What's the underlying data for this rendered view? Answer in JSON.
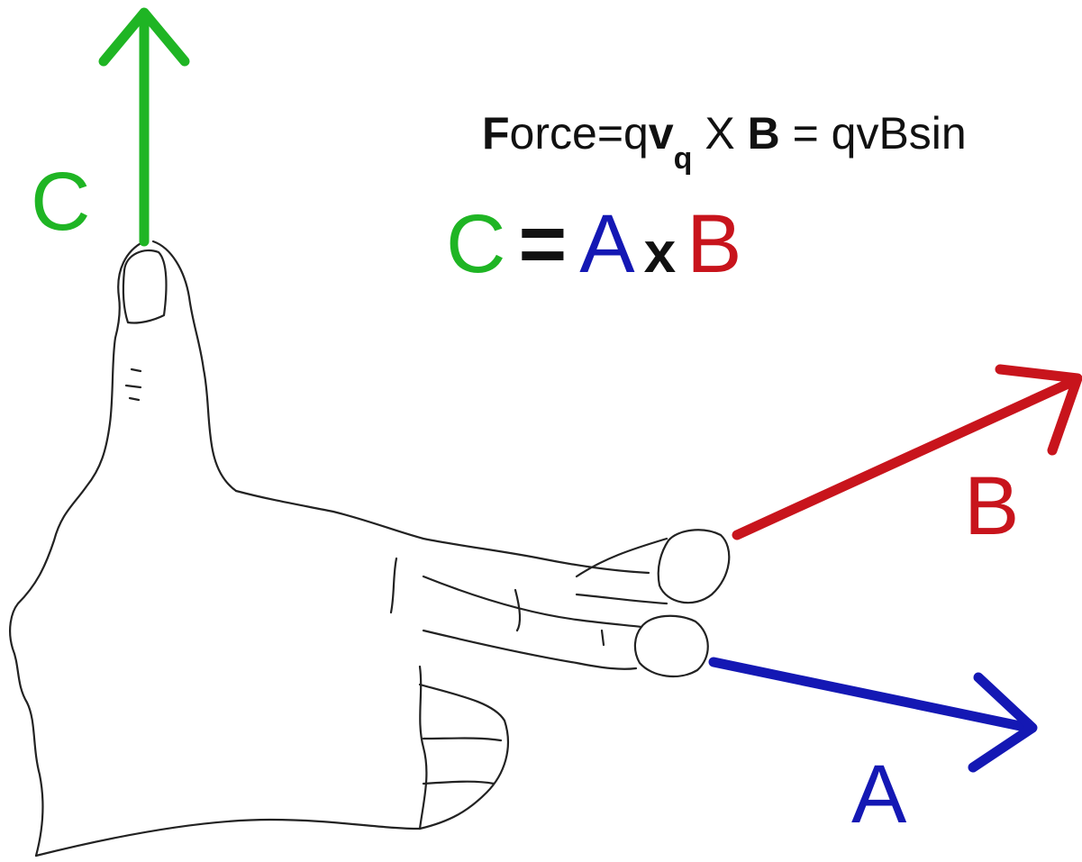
{
  "formula": {
    "force_F": "F",
    "force_rest": "orce=q",
    "v": "v",
    "q": "q",
    "cross": " X ",
    "B": "B",
    "rest": " = qvBsin"
  },
  "equation": {
    "C": "C",
    "eq": "=",
    "A": "A",
    "x": "x",
    "B": "B"
  },
  "vectors": {
    "C": {
      "label": "C",
      "color": "#1fb524"
    },
    "B": {
      "label": "B",
      "color": "#c8141c"
    },
    "A": {
      "label": "A",
      "color": "#1418b4"
    }
  },
  "colors": {
    "green": "#1fb524",
    "red": "#c8141c",
    "blue": "#1418b4",
    "black": "#111111"
  }
}
